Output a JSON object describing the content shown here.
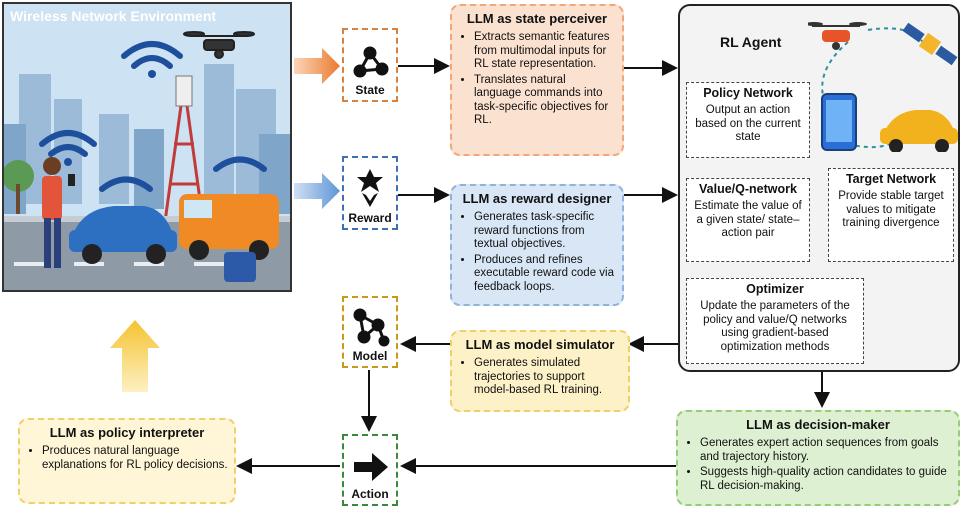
{
  "environment": {
    "title": "Wireless Network Environment"
  },
  "icons": {
    "state": {
      "label": "State",
      "border": "#d9813e"
    },
    "reward": {
      "label": "Reward",
      "border": "#3f6fb5"
    },
    "model": {
      "label": "Model",
      "border": "#c79a18"
    },
    "action": {
      "label": "Action",
      "border": "#3b8a3b"
    }
  },
  "cards": {
    "state_perceiver": {
      "title": "LLM as state perceiver",
      "bullets": [
        "Extracts semantic features from multimodal inputs for RL state representation.",
        "Translates natural language commands into task-specific objectives for RL."
      ]
    },
    "reward_designer": {
      "title": "LLM as reward designer",
      "bullets": [
        "Generates task-specific reward functions from textual objectives.",
        "Produces and refines executable reward code via feedback loops."
      ]
    },
    "model_simulator": {
      "title": "LLM as model simulator",
      "bullets": [
        "Generates simulated trajectories to support model-based RL training."
      ]
    },
    "decision_maker": {
      "title": "LLM as decision-maker",
      "bullets": [
        "Generates expert action sequences from goals and trajectory history.",
        "Suggests high-quality action candidates to guide RL decision-making."
      ]
    },
    "policy_interpreter": {
      "title": "LLM as policy interpreter",
      "bullets": [
        "Produces natural language explanations for RL policy decisions."
      ]
    }
  },
  "agent": {
    "title": "RL Agent",
    "policy": {
      "title": "Policy Network",
      "desc": "Output an action based on the current state"
    },
    "value": {
      "title": "Value/Q-network",
      "desc": "Estimate the value of a given state/ state–action pair"
    },
    "target": {
      "title": "Target Network",
      "desc": "Provide stable target values to mitigate training divergence"
    },
    "optimizer": {
      "title": "Optimizer",
      "desc": "Update the parameters of the policy and value/Q networks using gradient-based optimization methods"
    }
  }
}
